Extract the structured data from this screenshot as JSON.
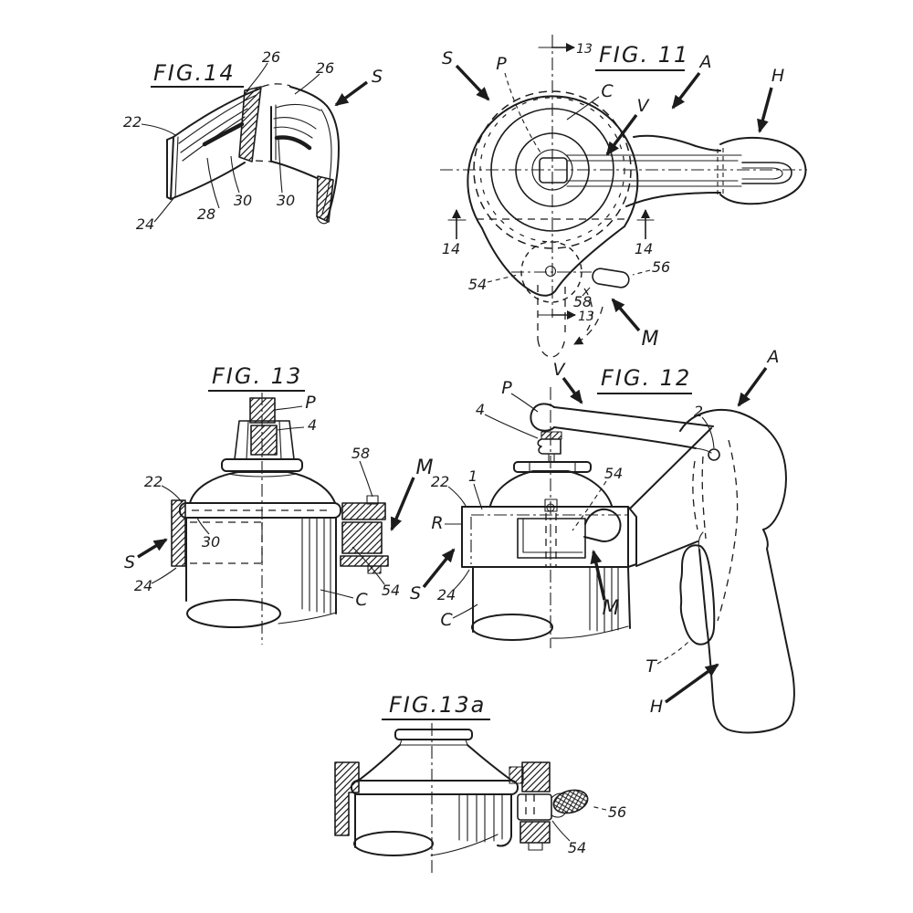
{
  "page": {
    "background": "#ffffff",
    "ink": "#1c1c1c"
  },
  "figures": {
    "fig14": {
      "title": "FIG.14",
      "labels": {
        "n26a": "26",
        "n26b": "26",
        "s": "S",
        "n22": "22",
        "n30a": "30",
        "n30b": "30",
        "n28": "28",
        "n24": "24"
      }
    },
    "fig11": {
      "title": "FIG. 11",
      "labels": {
        "sec13_top": "13",
        "sec13_bottom": "13",
        "s": "S",
        "p": "P",
        "c": "C",
        "v": "V",
        "a": "A",
        "h": "H",
        "n14_left": "14",
        "n14_right": "14",
        "n54": "54",
        "n56": "56",
        "n58": "58",
        "m": "M"
      }
    },
    "fig13": {
      "title": "FIG. 13",
      "labels": {
        "p": "P",
        "n4": "4",
        "n58": "58",
        "m": "M",
        "n22": "22",
        "n30": "30",
        "s": "S",
        "n24": "24",
        "n54": "54",
        "c": "C"
      }
    },
    "fig12": {
      "title": "FIG. 12",
      "labels": {
        "v": "V",
        "a": "A",
        "p": "P",
        "n4": "4",
        "n2": "2",
        "n22": "22",
        "n1": "1",
        "n54": "54",
        "r": "R",
        "s": "S",
        "n24": "24",
        "c": "C",
        "m": "M",
        "t": "T",
        "h": "H"
      }
    },
    "fig13a": {
      "title": "FIG.13a",
      "labels": {
        "n56": "56",
        "n54": "54"
      }
    }
  }
}
